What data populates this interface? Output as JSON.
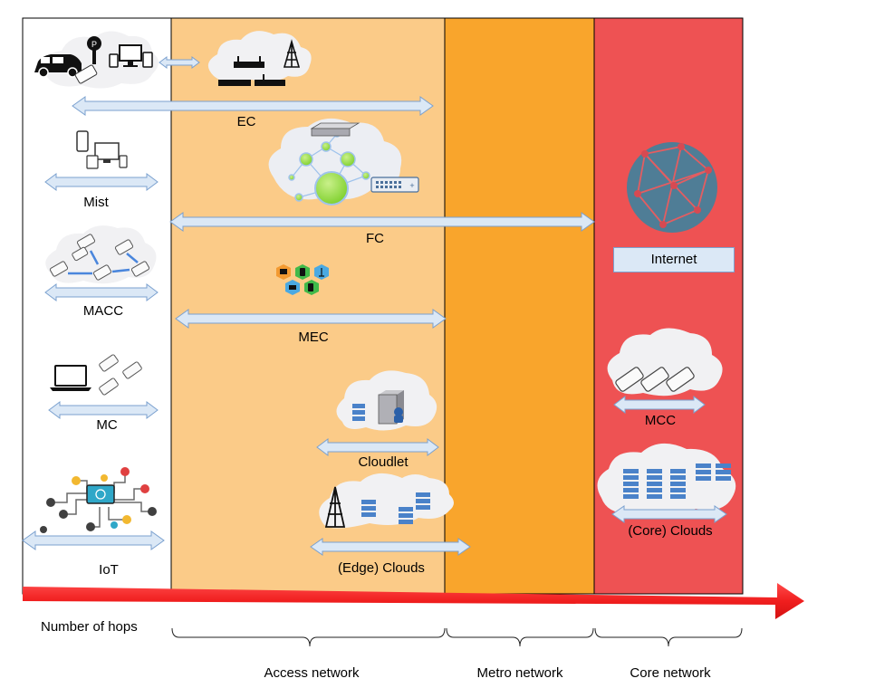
{
  "title": "",
  "paradigms": {
    "ec": "EC",
    "mist": "Mist",
    "fc": "FC",
    "macc": "MACC",
    "mec": "MEC",
    "mc": "MC",
    "cloudlet": "Cloudlet",
    "iot": "IoT",
    "edge_clouds": "(Edge) Clouds",
    "mcc": "MCC",
    "core_clouds": "(Core) Clouds"
  },
  "internet_label": "Internet",
  "hops_label": "Number of hops",
  "networks": {
    "access": "Access network",
    "metro": "Metro network",
    "core": "Core network"
  },
  "colors": {
    "device_zone": "#ffffff",
    "access_zone": "#fbcb88",
    "metro_zone": "#f9a52c",
    "core_zone": "#ee5253",
    "range_arrow_fill": "#dbe8f6",
    "range_arrow_stroke": "#7ba1cf",
    "hops_arrow": "#f01e1e",
    "cloud": "#f1f1f3",
    "server_stack": "#4a82c9",
    "globe": "#4f7d96"
  },
  "icons": [
    "car-icon",
    "parking-meter-icon",
    "smartphone-icon",
    "tablet-icon",
    "desktop-icon",
    "router-icon",
    "cell-tower-icon",
    "switch-icon",
    "fog-node-graph-icon",
    "mobile-mesh-icon",
    "laptop-icon",
    "mec-hexagon-icon",
    "server-tower-icon",
    "server-stack-icon",
    "iot-circuit-icon",
    "globe-network-icon"
  ]
}
